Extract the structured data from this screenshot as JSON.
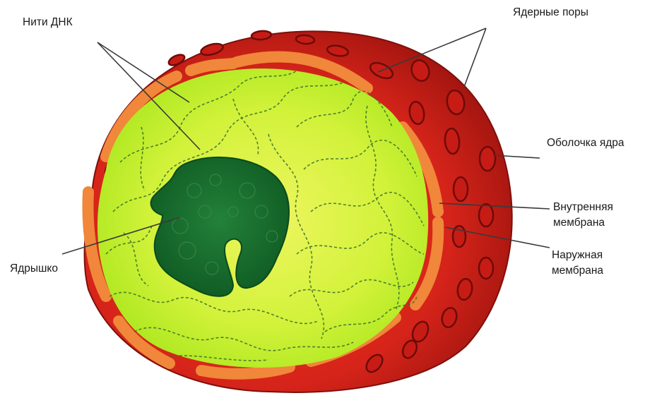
{
  "labels": {
    "dna_threads": "Нити ДНК",
    "nuclear_pores": "Ядерные поры",
    "nuclear_envelope": "Оболочка ядра",
    "inner_membrane": [
      "Внутренняя",
      "мембрана"
    ],
    "outer_membrane": [
      "Наружная",
      "мембрана"
    ],
    "nucleolus": "Ядрышко"
  },
  "colors": {
    "envelope_red": "#d6241a",
    "envelope_dark": "#9e1410",
    "inner_orange": "#f0873a",
    "nucleoplasm_green": "#c5ef2a",
    "nucleoplasm_light": "#e4f45a",
    "nucleolus_green": "#156b2c",
    "dna_line": "#3a6e2a",
    "leader_line": "#3a3a3a"
  }
}
